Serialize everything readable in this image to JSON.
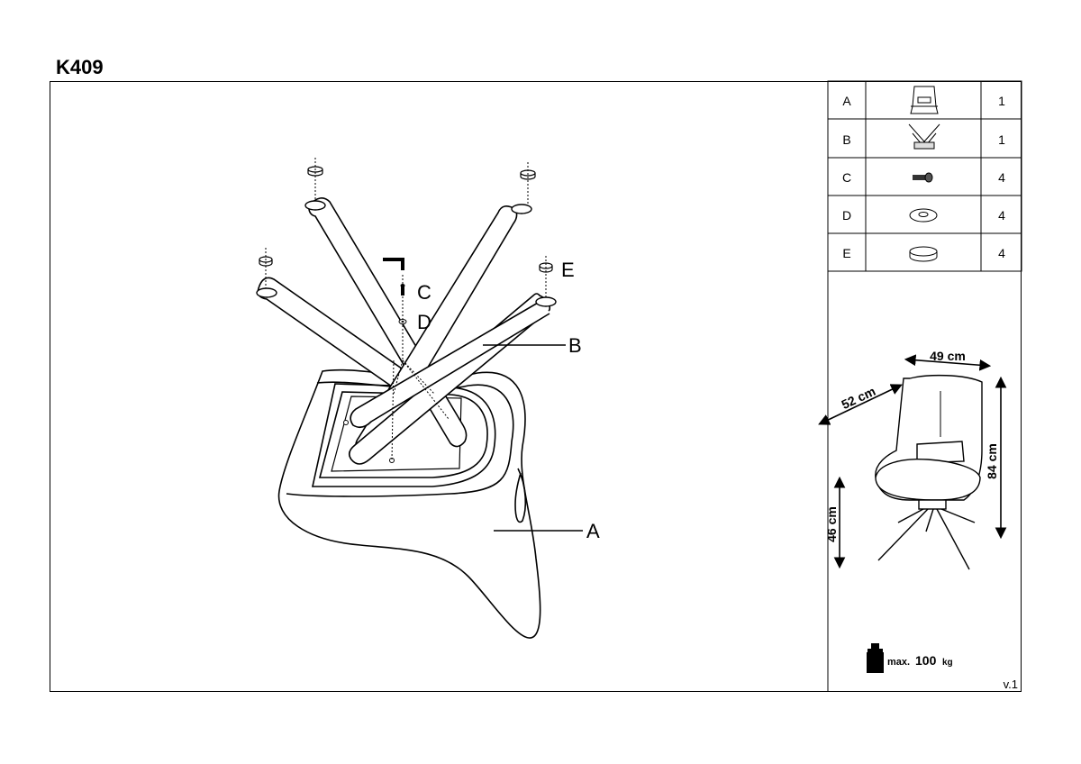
{
  "title": "K409",
  "version": "v.1",
  "parts": [
    {
      "letter": "A",
      "icon": "seat-icon",
      "qty": "1"
    },
    {
      "letter": "B",
      "icon": "base-icon",
      "qty": "1"
    },
    {
      "letter": "C",
      "icon": "screw-icon",
      "qty": "4"
    },
    {
      "letter": "D",
      "icon": "washer-icon",
      "qty": "4"
    },
    {
      "letter": "E",
      "icon": "glide-icon",
      "qty": "4"
    }
  ],
  "callouts": {
    "a": "A",
    "b": "B",
    "c": "C",
    "d": "D",
    "e": "E"
  },
  "dimensions": {
    "width": "49 cm",
    "depth": "52 cm",
    "height": "84 cm",
    "seat_height": "46 cm"
  },
  "load": {
    "prefix": "max.",
    "value": "100",
    "unit": "kg"
  }
}
